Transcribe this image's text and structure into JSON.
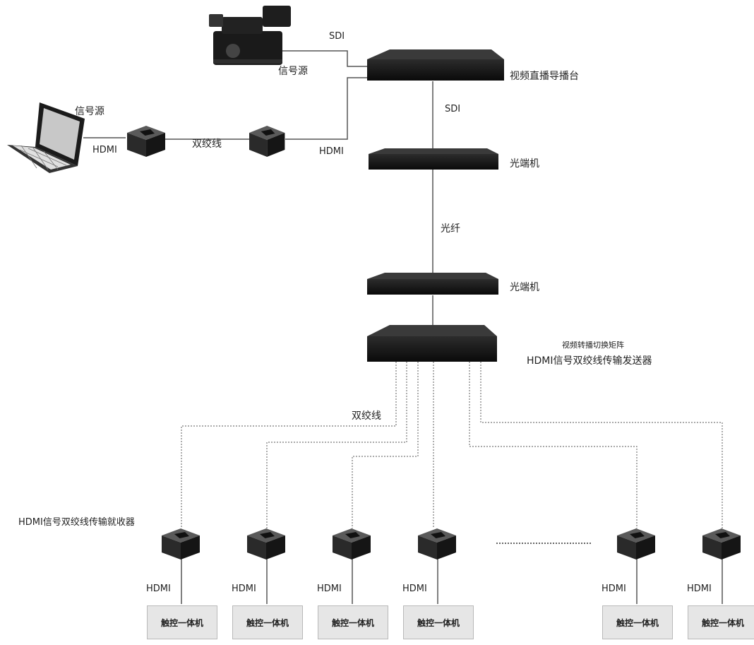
{
  "labels": {
    "camera_source": "信号源",
    "laptop_source": "信号源",
    "sdi_top": "SDI",
    "hdmi_laptop": "HDMI",
    "twisted_pair_top": "双绞线",
    "hdmi_to_switcher": "HDMI",
    "switcher": "视频直播导播台",
    "sdi_down": "SDI",
    "optical_1": "光端机",
    "fiber": "光纤",
    "optical_2": "光端机",
    "matrix_line1": "视频转播切换矩阵",
    "matrix_line2": "HDMI信号双绞线传输发送器",
    "twisted_pair_bottom": "双绞线",
    "receiver_label": "HDMI信号双绞线传输就收器"
  },
  "receivers": [
    {
      "hdmi": "HDMI",
      "terminal": "触控一体机"
    },
    {
      "hdmi": "HDMI",
      "terminal": "触控一体机"
    },
    {
      "hdmi": "HDMI",
      "terminal": "触控一体机"
    },
    {
      "hdmi": "HDMI",
      "terminal": "触控一体机"
    },
    {
      "hdmi": "HDMI",
      "terminal": "触控一体机"
    },
    {
      "hdmi": "HDMI",
      "terminal": "触控一体机"
    }
  ],
  "icons": {
    "camera": "video-camera-icon",
    "laptop": "laptop-icon",
    "extender": "hdmi-extender-icon"
  },
  "colors": {
    "device_body": "#141414",
    "line": "#555555",
    "terminal_fill": "#e6e6e6"
  }
}
